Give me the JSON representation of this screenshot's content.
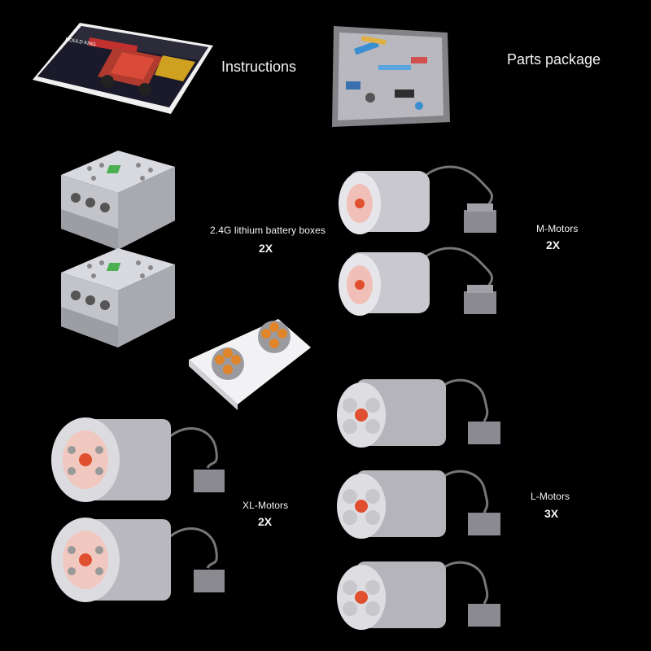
{
  "items": {
    "instructions": {
      "label": "Instructions"
    },
    "parts_package": {
      "label": "Parts package"
    },
    "battery_boxes": {
      "label": "2.4G lithium battery boxes",
      "qty": "2X"
    },
    "m_motors": {
      "label": "M-Motors",
      "qty": "2X"
    },
    "xl_motors": {
      "label": "XL-Motors",
      "qty": "2X"
    },
    "l_motors": {
      "label": "L-Motors",
      "qty": "3X"
    }
  },
  "booklet_cover": {
    "brand": "MOULD KING"
  },
  "colors": {
    "background": "#000000",
    "text": "#f4f4f4",
    "motor_core": "#e05030",
    "remote_button": "#e0852a",
    "battery_led": "#4caf50"
  }
}
